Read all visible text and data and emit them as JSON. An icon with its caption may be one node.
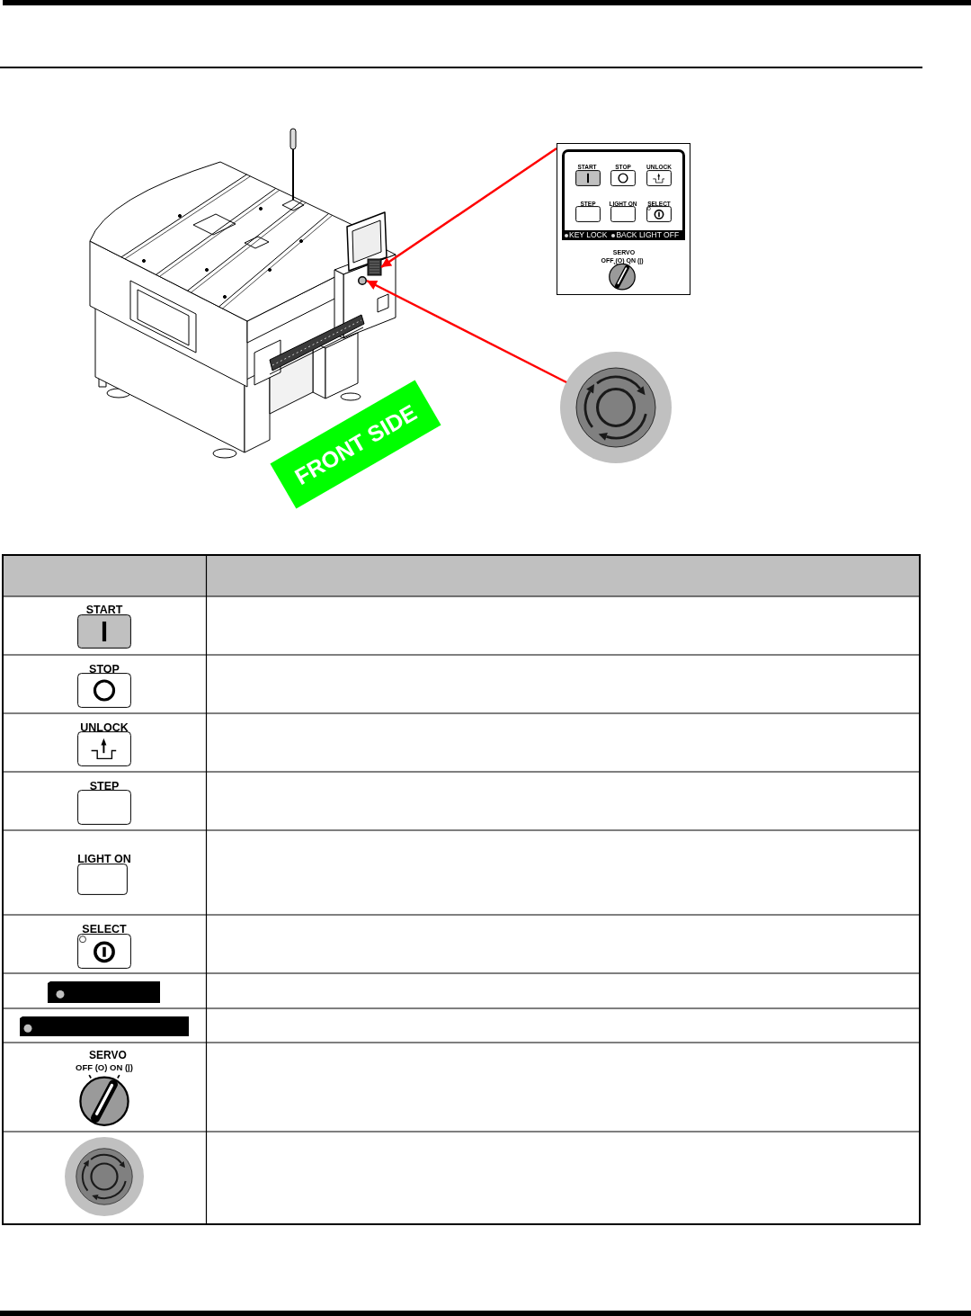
{
  "diagram": {
    "nodes": [
      {
        "text": [],
        "shape": "picture"
      },
      {
        "text": [],
        "shape": "box",
        "in": 0
      },
      {
        "text": [],
        "shape": "circle",
        "in": 0
      },
      {
        "text": [
          "FRONT SIDE"
        ]
      },
      {
        "text": [
          "START",
          "STOP",
          "UNLOCK",
          "STEP",
          "LIGHT ON",
          "SELECT",
          "KEY LOCK",
          "BACK LIGHT OFF",
          "SERVO",
          "OFF (O) ON (|)"
        ]
      },
      {
        "text": [],
        "shape": "circle"
      }
    ],
    "edges": [
      {
        "from": 4,
        "to": 1,
        "arrow": "to"
      },
      {
        "from": 5,
        "to": 2,
        "arrow": "to"
      }
    ],
    "labels": [
      "START",
      "STOP",
      "UNLOCK",
      "STEP",
      "LIGHT ON",
      "SELECT",
      "SERVO",
      "OFF (O) ON (|)"
    ]
  }
}
